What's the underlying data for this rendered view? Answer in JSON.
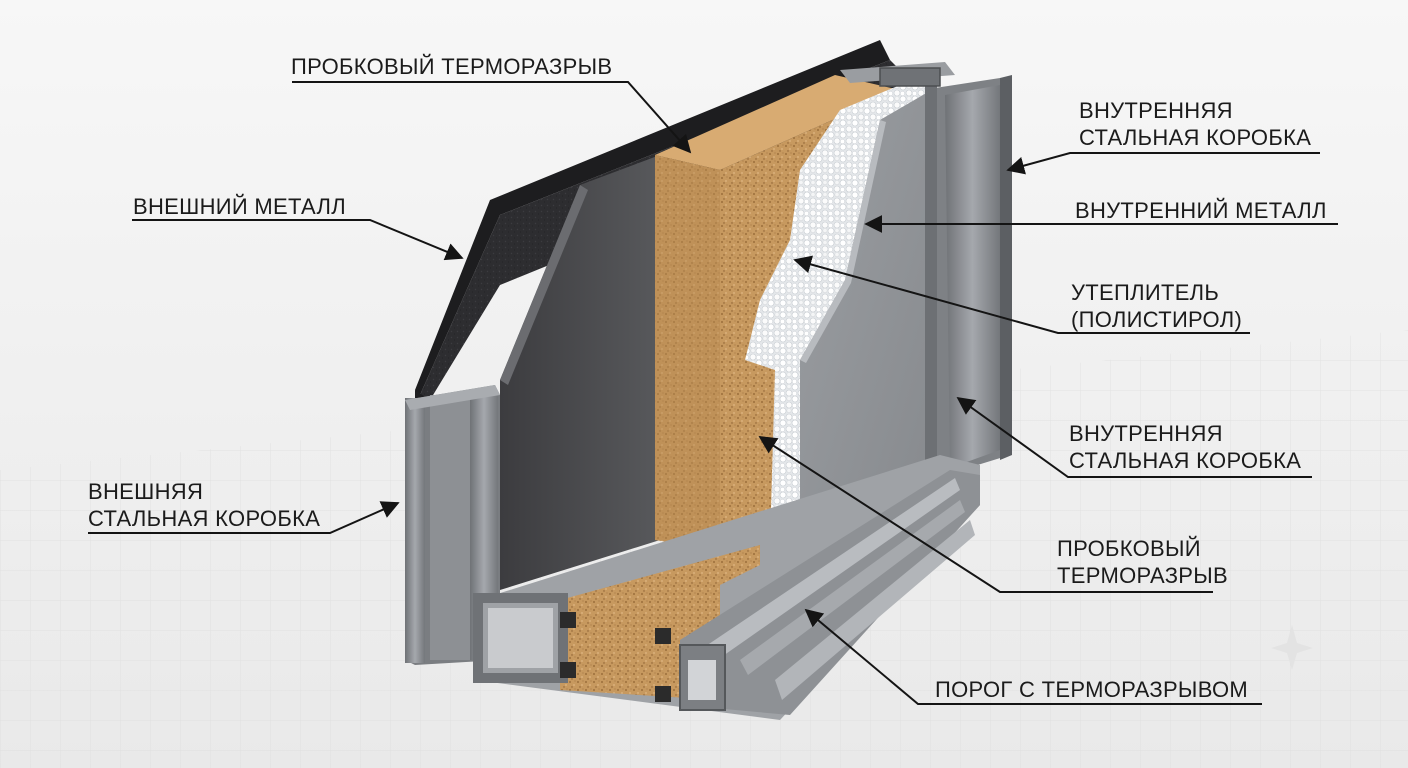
{
  "labels": {
    "cork_top": [
      "ПРОБКОВЫЙ ТЕРМОРАЗРЫВ"
    ],
    "outer_metal": [
      "ВНЕШНИЙ МЕТАЛЛ"
    ],
    "outer_box": [
      "ВНЕШНЯЯ",
      "СТАЛЬНАЯ КОРОБКА"
    ],
    "inner_box_top": [
      "ВНУТРЕННЯЯ",
      "СТАЛЬНАЯ КОРОБКА"
    ],
    "inner_metal": [
      "ВНУТРЕННИЙ МЕТАЛЛ"
    ],
    "insulation": [
      "УТЕПЛИТЕЛЬ",
      "(ПОЛИСТИРОЛ)"
    ],
    "inner_box_bottom": [
      "ВНУТРЕННЯЯ",
      "СТАЛЬНАЯ КОРОБКА"
    ],
    "cork_bottom": [
      "ПРОБКОВЫЙ",
      "ТЕРМОРАЗРЫВ"
    ],
    "threshold": [
      "ПОРОГ С ТЕРМОРАЗРЫВОМ"
    ]
  },
  "colors": {
    "background": "#f1f1f1",
    "outer_metal": "#2a2a2c",
    "steel": "#8a8c90",
    "cork": "#c79a63",
    "insulation": "#eef0f2",
    "leader": "#141414"
  }
}
